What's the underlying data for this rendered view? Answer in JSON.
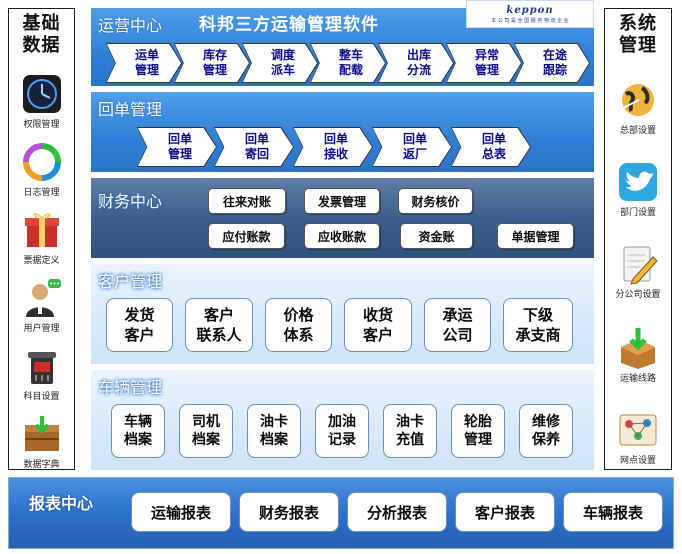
{
  "left_sidebar": {
    "title_line1": "基础",
    "title_line2": "数据",
    "items": [
      {
        "label": "权限管理",
        "icon": "clock-icon"
      },
      {
        "label": "日志管理",
        "icon": "recycle-icon"
      },
      {
        "label": "票据定义",
        "icon": "gift-box-icon"
      },
      {
        "label": "用户管理",
        "icon": "user-icon"
      },
      {
        "label": "科目设置",
        "icon": "trash-bin-icon"
      },
      {
        "label": "数据字典",
        "icon": "wooden-box-icon"
      }
    ]
  },
  "right_sidebar": {
    "title_line1": "系统",
    "title_line2": "管理",
    "items": [
      {
        "label": "总部设置",
        "icon": "globe-icon"
      },
      {
        "label": "部门设置",
        "icon": "bird-icon"
      },
      {
        "label": "分公司设置",
        "icon": "document-pencil-icon"
      },
      {
        "label": "运输线路",
        "icon": "box-arrow-icon"
      },
      {
        "label": "网点设置",
        "icon": "network-icon"
      }
    ]
  },
  "header": {
    "app_title": "科邦三方运输管理软件",
    "logo_text": "keppon",
    "logo_sub": "本 公 司 是 全 国 服 务 物 流 企 业"
  },
  "operations_center": {
    "title": "运营中心",
    "items": [
      {
        "line1": "运单",
        "line2": "管理"
      },
      {
        "line1": "库存",
        "line2": "管理"
      },
      {
        "line1": "调度",
        "line2": "派车"
      },
      {
        "line1": "整车",
        "line2": "配载"
      },
      {
        "line1": "出库",
        "line2": "分流"
      },
      {
        "line1": "异常",
        "line2": "管理"
      },
      {
        "line1": "在途",
        "line2": "跟踪"
      }
    ]
  },
  "receipt_management": {
    "title": "回单管理",
    "items": [
      {
        "line1": "回单",
        "line2": "管理"
      },
      {
        "line1": "回单",
        "line2": "寄回"
      },
      {
        "line1": "回单",
        "line2": "接收"
      },
      {
        "line1": "回单",
        "line2": "返厂"
      },
      {
        "line1": "回单",
        "line2": "总表"
      }
    ]
  },
  "finance_center": {
    "title": "财务中心",
    "row1": [
      "往来对账",
      "发票管理",
      "财务核价"
    ],
    "row2": [
      "应付账款",
      "应收账款",
      "资金账",
      "单据管理"
    ]
  },
  "customer_management": {
    "title": "客户管理",
    "items": [
      {
        "line1": "发货",
        "line2": "客户"
      },
      {
        "line1": "客户",
        "line2": "联系人"
      },
      {
        "line1": "价格",
        "line2": "体系"
      },
      {
        "line1": "收货",
        "line2": "客户"
      },
      {
        "line1": "承运",
        "line2": "公司"
      },
      {
        "line1": "下级",
        "line2": "承支商"
      }
    ]
  },
  "vehicle_management": {
    "title": "车辆管理",
    "items": [
      {
        "line1": "车辆",
        "line2": "档案"
      },
      {
        "line1": "司机",
        "line2": "档案"
      },
      {
        "line1": "油卡",
        "line2": "档案"
      },
      {
        "line1": "加油",
        "line2": "记录"
      },
      {
        "line1": "油卡",
        "line2": "充值"
      },
      {
        "line1": "轮胎",
        "line2": "管理"
      },
      {
        "line1": "维修",
        "line2": "保养"
      }
    ]
  },
  "report_center": {
    "title": "报表中心",
    "items": [
      "运输报表",
      "财务报表",
      "分析报表",
      "客户报表",
      "车辆报表"
    ]
  },
  "colors": {
    "panel_blue": "#2f7fd6",
    "panel_dark": "#3b5f8c",
    "panel_light": "#d9ebfb",
    "chevron_text": "#0a0a8a"
  }
}
